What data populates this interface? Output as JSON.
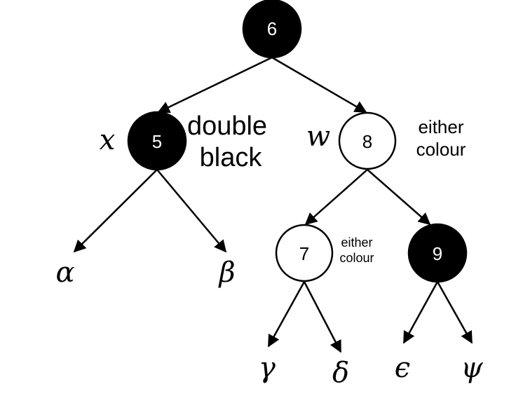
{
  "nodes": {
    "n6": {
      "label": "6",
      "color": "#000000"
    },
    "n5": {
      "label": "5",
      "color": "#000000"
    },
    "n8": {
      "label": "8",
      "color": "#ffffff"
    },
    "n7": {
      "label": "7",
      "color": "#ffffff"
    },
    "n9": {
      "label": "9",
      "color": "#000000"
    }
  },
  "variables": {
    "x": "x",
    "w": "w"
  },
  "annotations": {
    "double_black_line1": "double",
    "double_black_line2": "black",
    "either_colour_8_line1": "either",
    "either_colour_8_line2": "colour",
    "either_colour_7_line1": "either",
    "either_colour_7_line2": "colour"
  },
  "subtrees": {
    "alpha": "α",
    "beta": "β",
    "gamma": "γ",
    "delta": "δ",
    "epsilon": "ϵ",
    "psi": "ψ"
  }
}
